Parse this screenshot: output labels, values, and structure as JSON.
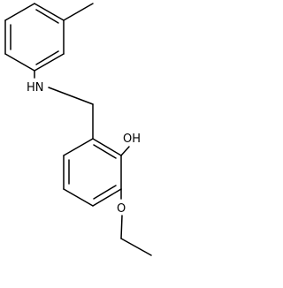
{
  "molecule": {
    "atom_labels": {
      "amine": "HN",
      "hydroxyl": "OH",
      "ether_oxygen": "O"
    }
  },
  "colors": {
    "background": "#ffffff",
    "bond": "#000000",
    "label": "#000000"
  }
}
